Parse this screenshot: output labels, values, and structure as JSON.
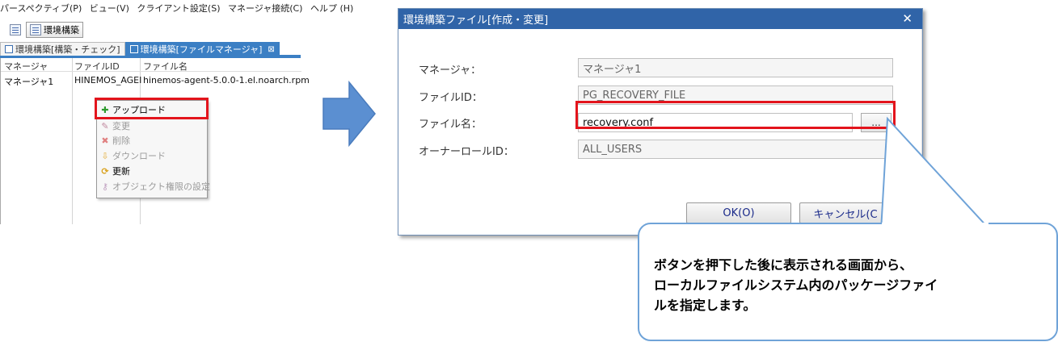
{
  "menubar": {
    "items": [
      "パースペクティブ(P)",
      "ビュー(V)",
      "クライアント設定(S)",
      "マネージャ接続(C)",
      "ヘルプ (H)"
    ]
  },
  "toolbar": {
    "view_button_label": "環境構築"
  },
  "tabs": {
    "tab1_label": "環境構築[構築・チェック]",
    "tab2_label": "環境構築[ファイルマネージャ]",
    "close_glyph": "⊠"
  },
  "table": {
    "headers": [
      "マネージャ",
      "ファイルID",
      "ファイル名"
    ],
    "rows": [
      [
        "マネージャ1",
        "HINEMOS_AGEI",
        "hinemos-agent-5.0.0-1.el.noarch.rpm"
      ]
    ]
  },
  "context_menu": {
    "items": [
      {
        "label": "アップロード",
        "icon": "plus-icon",
        "enabled": true
      },
      {
        "label": "変更",
        "icon": "pencil-icon",
        "enabled": false
      },
      {
        "label": "削除",
        "icon": "delete-icon",
        "enabled": false
      },
      {
        "label": "ダウンロード",
        "icon": "download-icon",
        "enabled": false
      },
      {
        "label": "更新",
        "icon": "refresh-icon",
        "enabled": true
      },
      {
        "label": "オブジェクト権限の設定",
        "icon": "key-icon",
        "enabled": false
      }
    ]
  },
  "dialog": {
    "title": "環境構築ファイル[作成・変更]",
    "close_glyph": "✕",
    "fields": {
      "manager_label": "マネージャ：",
      "manager_value": "マネージャ1",
      "file_id_label": "ファイルID：",
      "file_id_value": "PG_RECOVERY_FILE",
      "file_name_label": "ファイル名：",
      "file_name_value": "recovery.conf",
      "owner_role_label": "オーナーロールID：",
      "owner_role_value": "ALL_USERS"
    },
    "browse_label": "...",
    "ok_label": "OK(O)",
    "cancel_label": "キャンセル(C"
  },
  "callout": {
    "line1": "ボタンを押下した後に表示される画面から、",
    "line2": "ローカルファイルシステム内のパッケージファイ",
    "line3": "ルを指定します。"
  },
  "colors": {
    "accent_blue": "#3064a8",
    "highlight_red": "#e3141c",
    "arrow_blue": "#5b8fd1",
    "callout_border": "#6fa3d8"
  }
}
